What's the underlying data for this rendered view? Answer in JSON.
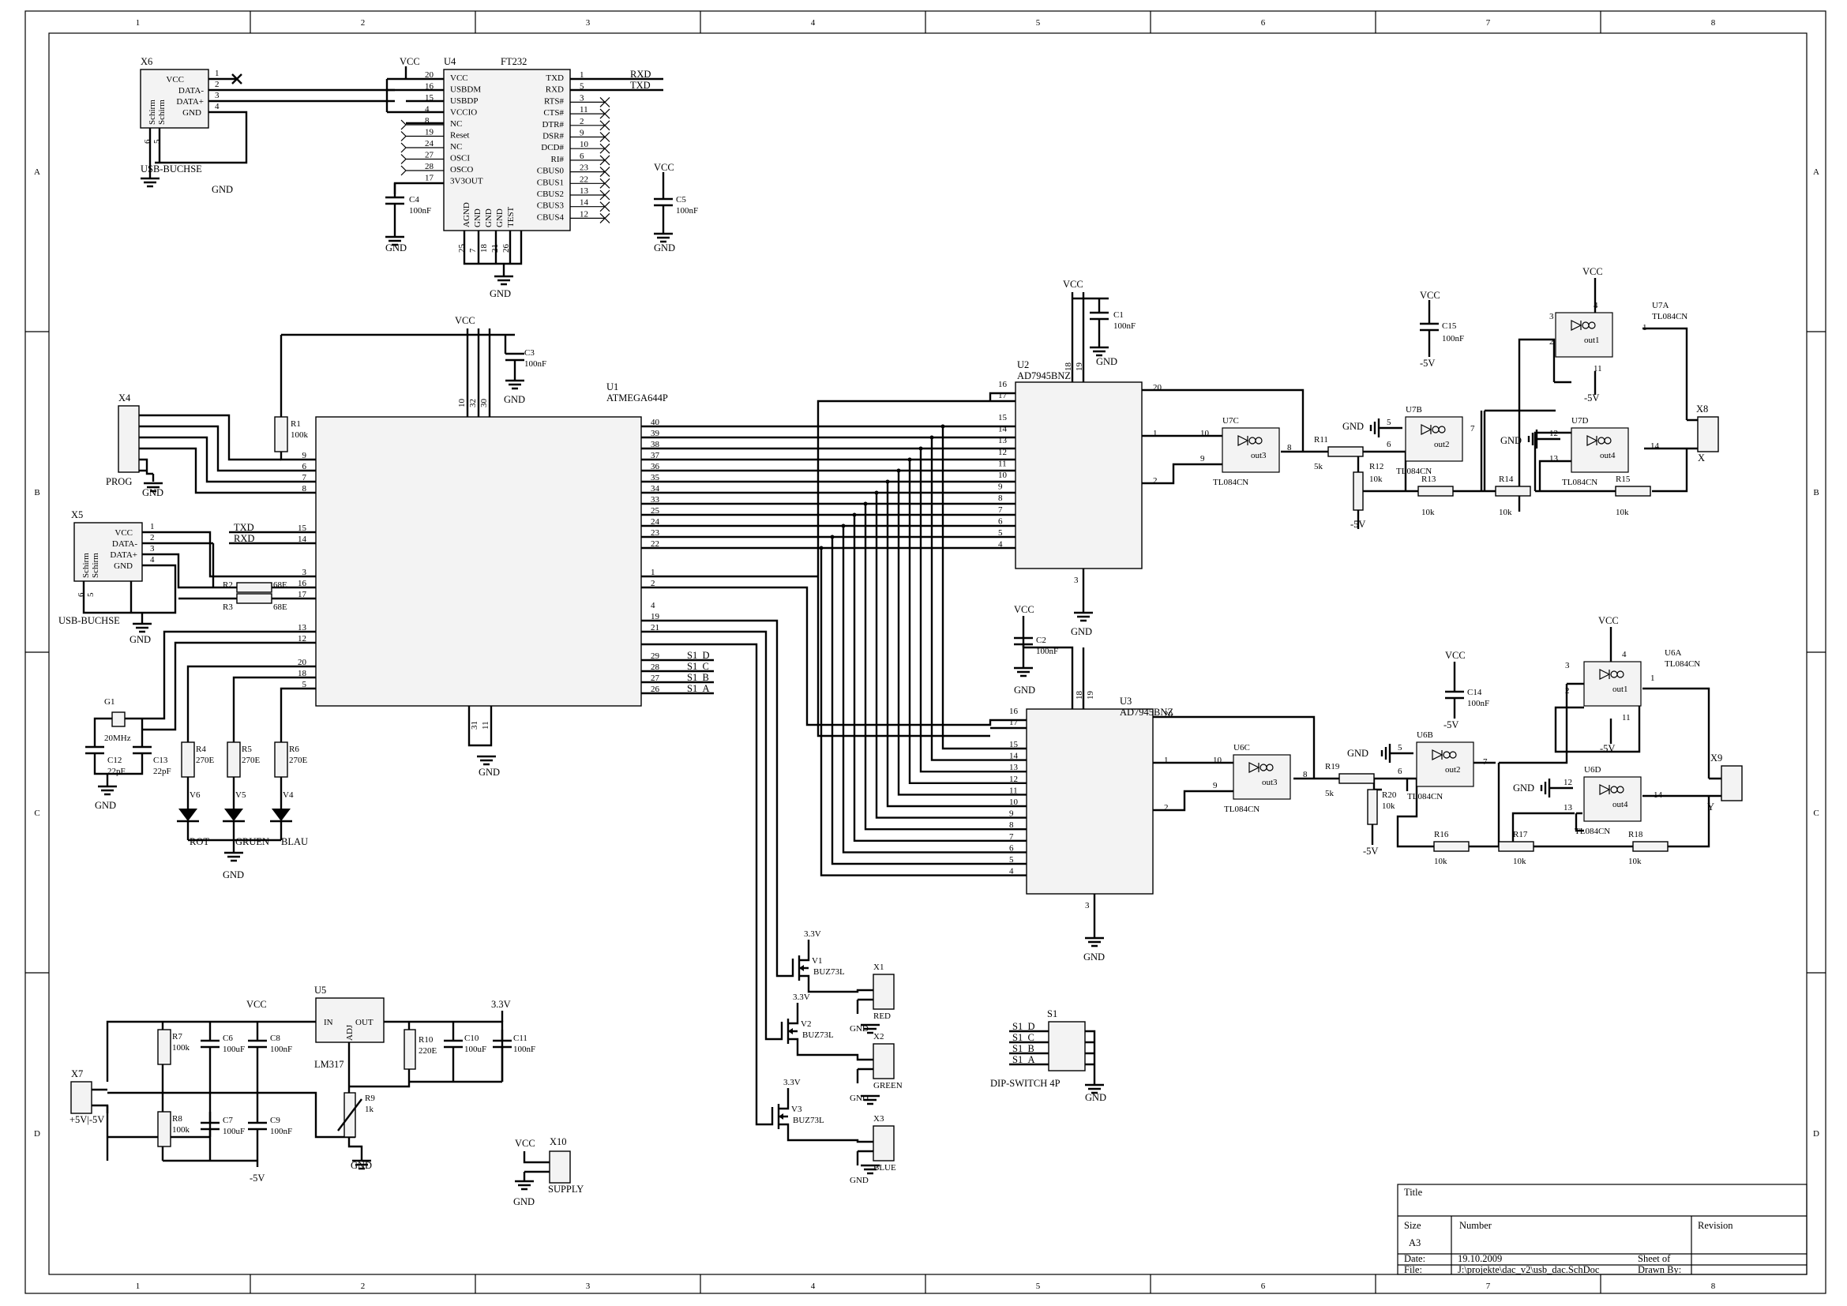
{
  "frame": {
    "columns": [
      "1",
      "2",
      "3",
      "4",
      "5",
      "6",
      "7",
      "8"
    ],
    "rows": [
      "A",
      "B",
      "C",
      "D"
    ]
  },
  "title_block": {
    "title_label": "Title",
    "size_label": "Size",
    "size_value": "A3",
    "number_label": "Number",
    "revision_label": "Revision",
    "date_label": "Date:",
    "date_value": "19.10.2009",
    "sheet_label": "Sheet    of",
    "file_label": "File:",
    "file_value": "J:\\projekte\\dac_v2\\usb_dac.SchDoc",
    "drawn_label": "Drawn By:"
  },
  "nets": {
    "vcc": "VCC",
    "gnd": "GND",
    "neg5": "-5V",
    "v33": "3.3V"
  },
  "x6": {
    "ref": "X6",
    "name": "USB-BUCHSE",
    "shield_a": "Schirm",
    "shield_b": "Schirm",
    "pins": [
      "VCC",
      "DATA-",
      "DATA+",
      "GND"
    ],
    "pin_nums": [
      "1",
      "2",
      "3",
      "4"
    ],
    "side_pins": [
      "6",
      "5"
    ]
  },
  "u4": {
    "ref": "U4",
    "part": "FT232",
    "left_pins": [
      "VCC",
      "USBDM",
      "USBDP",
      "VCCIO",
      "NC",
      "Reset",
      "NC",
      "OSCI",
      "OSCO",
      "3V3OUT"
    ],
    "left_nums": [
      "20",
      "16",
      "15",
      "4",
      "8",
      "19",
      "24",
      "27",
      "28",
      "17"
    ],
    "right_pins": [
      "TXD",
      "RXD",
      "RTS#",
      "CTS#",
      "DTR#",
      "DSR#",
      "DCD#",
      "RI#",
      "CBUS0",
      "CBUS1",
      "CBUS2",
      "CBUS3",
      "CBUS4"
    ],
    "right_nums": [
      "1",
      "5",
      "3",
      "11",
      "2",
      "9",
      "10",
      "6",
      "23",
      "22",
      "13",
      "14",
      "12"
    ],
    "bottom_pins": [
      "AGND",
      "GND",
      "GND",
      "GND",
      "TEST"
    ],
    "bottom_nums": [
      "25",
      "7",
      "18",
      "21",
      "26"
    ],
    "net_rxd": "RXD",
    "net_txd": "TXD"
  },
  "caps": {
    "c1": {
      "ref": "C1",
      "val": "100nF"
    },
    "c2": {
      "ref": "C2",
      "val": "100nF"
    },
    "c3": {
      "ref": "C3",
      "val": "100nF"
    },
    "c4": {
      "ref": "C4",
      "val": "100nF"
    },
    "c5": {
      "ref": "C5",
      "val": "100nF"
    },
    "c6": {
      "ref": "C6",
      "val": "100uF"
    },
    "c7": {
      "ref": "C7",
      "val": "100uF"
    },
    "c8": {
      "ref": "C8",
      "val": "100nF"
    },
    "c9": {
      "ref": "C9",
      "val": "100nF"
    },
    "c10": {
      "ref": "C10",
      "val": "100uF"
    },
    "c11": {
      "ref": "C11",
      "val": "100nF"
    },
    "c12": {
      "ref": "C12",
      "val": "22pF"
    },
    "c13": {
      "ref": "C13",
      "val": "22pF"
    },
    "c14": {
      "ref": "C14",
      "val": "100nF"
    },
    "c15": {
      "ref": "C15",
      "val": "100nF"
    }
  },
  "res": {
    "r1": {
      "ref": "R1",
      "val": "100k"
    },
    "r2": {
      "ref": "R2",
      "val": "68E"
    },
    "r3": {
      "ref": "R3",
      "val": "68E"
    },
    "r4": {
      "ref": "R4",
      "val": "270E"
    },
    "r5": {
      "ref": "R5",
      "val": "270E"
    },
    "r6": {
      "ref": "R6",
      "val": "270E"
    },
    "r7": {
      "ref": "R7",
      "val": "100k"
    },
    "r8": {
      "ref": "R8",
      "val": "100k"
    },
    "r9": {
      "ref": "R9",
      "val": "1k"
    },
    "r10": {
      "ref": "R10",
      "val": "220E"
    },
    "r11": {
      "ref": "R11",
      "val": "5k"
    },
    "r12": {
      "ref": "R12",
      "val": "10k"
    },
    "r13": {
      "ref": "R13",
      "val": "10k"
    },
    "r14": {
      "ref": "R14",
      "val": "10k"
    },
    "r15": {
      "ref": "R15",
      "val": "10k"
    },
    "r16": {
      "ref": "R16",
      "val": "10k"
    },
    "r17": {
      "ref": "R17",
      "val": "10k"
    },
    "r18": {
      "ref": "R18",
      "val": "10k"
    },
    "r19": {
      "ref": "R19",
      "val": "5k"
    },
    "r20": {
      "ref": "R20",
      "val": "10k"
    }
  },
  "u1": {
    "ref": "U1",
    "part": "ATMEGA644P",
    "left_nums": [
      "9",
      "6",
      "7",
      "8",
      "15",
      "14",
      "3",
      "16",
      "17",
      "13",
      "12",
      "20",
      "18",
      "5"
    ],
    "right_nums": [
      "40",
      "39",
      "38",
      "37",
      "36",
      "35",
      "34",
      "33",
      "25",
      "24",
      "23",
      "22",
      "1",
      "2",
      "4",
      "19",
      "21",
      "29",
      "28",
      "27",
      "26"
    ],
    "top_nums": [
      "10",
      "32",
      "30"
    ],
    "bottom_nums": [
      "31",
      "11"
    ],
    "net_txd": "TXD",
    "net_rxd": "RXD",
    "s1_nets": [
      "S1_D",
      "S1_C",
      "S1_B",
      "S1_A"
    ]
  },
  "x4": {
    "ref": "X4",
    "name": "PROG"
  },
  "x5": {
    "ref": "X5",
    "name": "USB-BUCHSE",
    "shield_a": "Schirm",
    "shield_b": "Schirm",
    "pins": [
      "VCC",
      "DATA-",
      "DATA+",
      "GND"
    ],
    "pin_nums": [
      "1",
      "2",
      "3",
      "4"
    ],
    "side_pins": [
      "6",
      "5"
    ]
  },
  "g1": {
    "ref": "G1",
    "val": "20MHz"
  },
  "leds": [
    {
      "ref": "V6",
      "name": "ROT"
    },
    {
      "ref": "V5",
      "name": "GRUEN"
    },
    {
      "ref": "V4",
      "name": "BLAU"
    }
  ],
  "u2": {
    "ref": "U2",
    "part": "AD7945BNZ",
    "left_nums": [
      "16",
      "17",
      "15",
      "14",
      "13",
      "12",
      "11",
      "10",
      "9",
      "8",
      "7",
      "6",
      "5",
      "4"
    ],
    "right_nums": [
      "20",
      "1",
      "2"
    ],
    "top_nums": [
      "18",
      "19"
    ],
    "bottom_num": "3"
  },
  "u3": {
    "ref": "U3",
    "part": "AD7945BNZ",
    "left_nums": [
      "16",
      "17",
      "15",
      "14",
      "13",
      "12",
      "11",
      "10",
      "9",
      "8",
      "7",
      "6",
      "5",
      "4"
    ],
    "right_nums": [
      "20",
      "1",
      "2"
    ],
    "top_nums": [
      "18",
      "19"
    ],
    "bottom_num": "3"
  },
  "opamps": {
    "u7a": {
      "ref": "U7A",
      "part": "TL084CN",
      "out": "out1",
      "pins": [
        "3",
        "2",
        "1",
        "4",
        "11"
      ]
    },
    "u7b": {
      "ref": "U7B",
      "part": "TL084CN",
      "out": "out2",
      "pins": [
        "5",
        "6",
        "7"
      ]
    },
    "u7c": {
      "ref": "U7C",
      "part": "TL084CN",
      "out": "out3",
      "pins": [
        "10",
        "9",
        "8"
      ]
    },
    "u7d": {
      "ref": "U7D",
      "part": "TL084CN",
      "out": "out4",
      "pins": [
        "12",
        "13",
        "14"
      ]
    },
    "u6a": {
      "ref": "U6A",
      "part": "TL084CN",
      "out": "out1",
      "pins": [
        "3",
        "2",
        "1",
        "4",
        "11"
      ]
    },
    "u6b": {
      "ref": "U6B",
      "part": "TL084CN",
      "out": "out2",
      "pins": [
        "5",
        "6",
        "7"
      ]
    },
    "u6c": {
      "ref": "U6C",
      "part": "TL084CN",
      "out": "out3",
      "pins": [
        "10",
        "9",
        "8"
      ]
    },
    "u6d": {
      "ref": "U6D",
      "part": "TL084CN",
      "out": "out4",
      "pins": [
        "12",
        "13",
        "14"
      ]
    }
  },
  "x8": {
    "ref": "X8",
    "name": "X"
  },
  "x9": {
    "ref": "X9",
    "name": "Y"
  },
  "u5": {
    "ref": "U5",
    "part": "LM317",
    "in": "IN",
    "out": "OUT",
    "adj": "ADJ"
  },
  "x7": {
    "ref": "X7",
    "name": "+5V|-5V"
  },
  "x10": {
    "ref": "X10",
    "name": "SUPPLY"
  },
  "fets": [
    {
      "ref": "V1",
      "part": "BUZ73L"
    },
    {
      "ref": "V2",
      "part": "BUZ73L"
    },
    {
      "ref": "V3",
      "part": "BUZ73L"
    }
  ],
  "outs": [
    {
      "ref": "X1",
      "name": "RED"
    },
    {
      "ref": "X2",
      "name": "GREEN"
    },
    {
      "ref": "X3",
      "name": "BLUE"
    }
  ],
  "s1": {
    "ref": "S1",
    "part": "DIP-SWITCH 4P",
    "nets": [
      "S1_D",
      "S1_C",
      "S1_B",
      "S1_A"
    ]
  }
}
